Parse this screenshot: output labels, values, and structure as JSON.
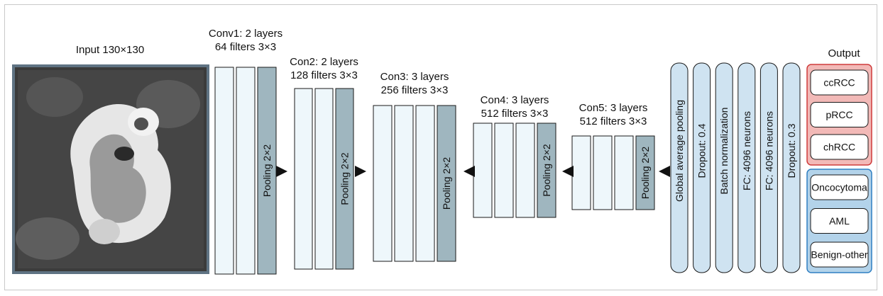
{
  "input": {
    "label": "Input 130×130"
  },
  "blocks": [
    {
      "title": "Conv1: 2 layers",
      "subtitle": "64 filters 3×3",
      "pool": "Pooling 2×2"
    },
    {
      "title": "Con2: 2 layers",
      "subtitle": "128 filters 3×3",
      "pool": "Pooling 2×2"
    },
    {
      "title": "Con3: 3 layers",
      "subtitle": "256 filters 3×3",
      "pool": "Pooling 2×2"
    },
    {
      "title": "Con4: 3 layers",
      "subtitle": "512 filters 3×3",
      "pool": "Pooling 2×2"
    },
    {
      "title": "Con5: 3 layers",
      "subtitle": "512 filters 3×3",
      "pool": "Pooling 2×2"
    }
  ],
  "head_layers": [
    "Global average pooling",
    "Dropout: 0.4",
    "Batch normalization",
    "FC: 4096 neurons",
    "FC: 4096 neurons",
    "Dropout: 0.3"
  ],
  "output": {
    "title": "Output",
    "malignant": [
      "ccRCC",
      "pRCC",
      "chRCC"
    ],
    "benign": [
      "Oncocytoma",
      "AML",
      "Benign-other"
    ]
  },
  "colors": {
    "conv_fill": "#eef7fb",
    "pool_fill": "#9fb6bf",
    "head_fill": "#cfe3f1",
    "malignant_group": "#f2b9b7",
    "benign_group": "#b3d3ea",
    "box_border": "#1a1a1a",
    "malignant_border": "#cf3b3b",
    "benign_border": "#2f7fc2"
  }
}
